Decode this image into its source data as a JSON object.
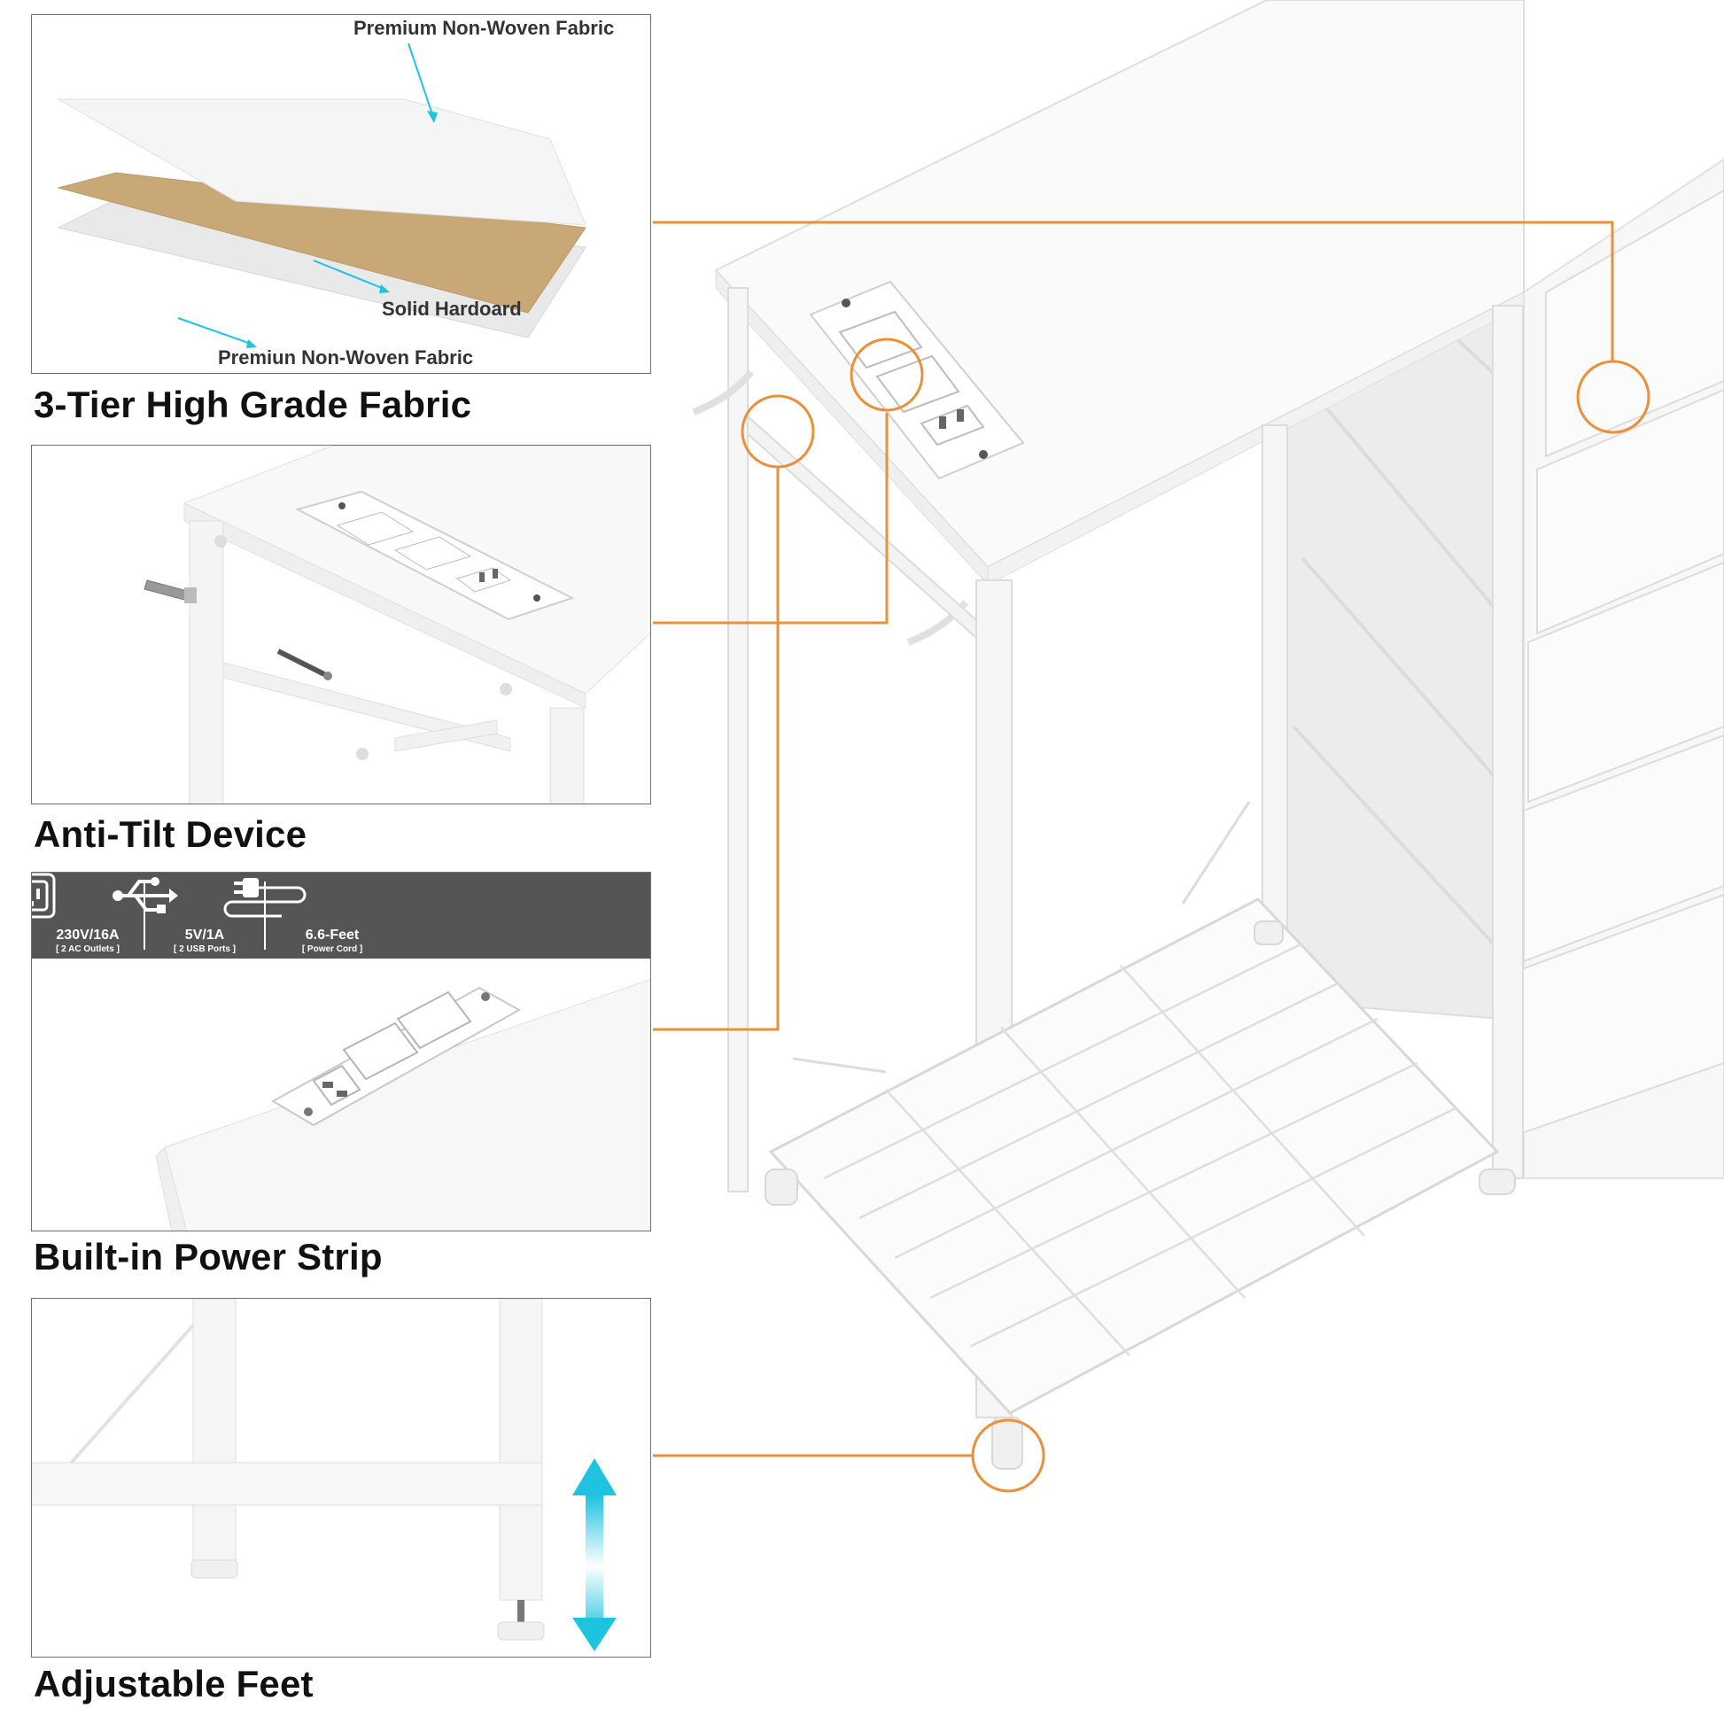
{
  "panels": {
    "fabric": {
      "caption": "3-Tier High Grade Fabric",
      "layers": {
        "top": "Premium Non-Woven Fabric",
        "middle": "Solid Hardoard",
        "bottom": "Premiun Non-Woven Fabric"
      }
    },
    "anti_tilt": {
      "caption": "Anti-Tilt Device"
    },
    "power_strip": {
      "caption": "Built-in Power Strip",
      "specs": [
        {
          "value": "230V/16A",
          "note": "[ 2 AC Outlets ]",
          "icon": "ac-outlet-icon"
        },
        {
          "value": "5V/1A",
          "note": "[ 2 USB Ports ]",
          "icon": "usb-icon"
        },
        {
          "value": "6.6-Feet",
          "note": "[ Power Cord ]",
          "icon": "power-plug-icon"
        }
      ]
    },
    "feet": {
      "caption": "Adjustable Feet"
    }
  },
  "colors": {
    "callout": "#e8913a",
    "pointer": "#1ec3e0",
    "spec_bar": "#555555",
    "frame": "#6f6f6f",
    "hardboard": "#c8a877"
  }
}
